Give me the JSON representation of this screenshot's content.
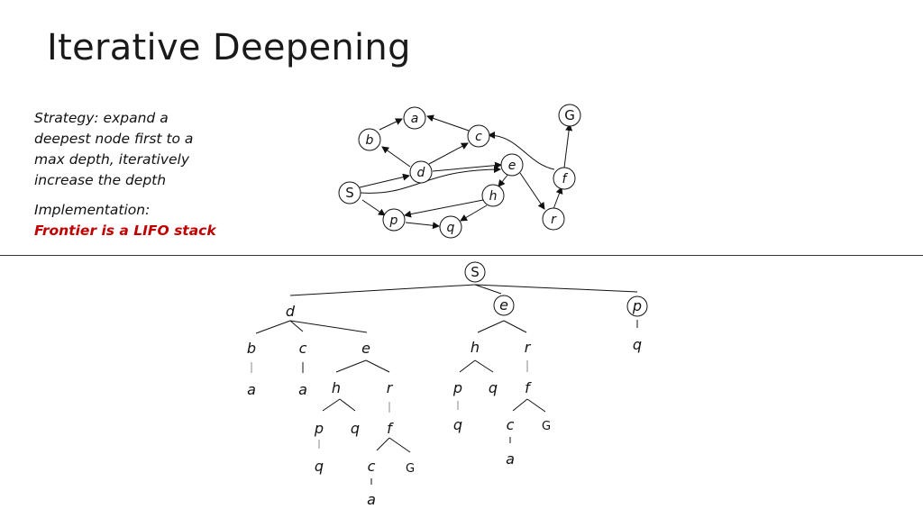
{
  "title": "Iterative Deepening",
  "strategy": {
    "lines": [
      "Strategy: expand a",
      "deepest node first to a",
      "max depth, iteratively",
      "increase the depth"
    ]
  },
  "implementation": {
    "label": "Implementation:",
    "detail": "Frontier is a LIFO stack"
  },
  "state_graph": {
    "nodes": [
      "S",
      "a",
      "b",
      "c",
      "d",
      "e",
      "f",
      "G",
      "h",
      "p",
      "q",
      "r"
    ]
  },
  "search_tree": {
    "root": "S",
    "level1": [
      "d",
      "e",
      "p"
    ],
    "labels": [
      "b",
      "c",
      "e",
      "a",
      "a",
      "h",
      "r",
      "p",
      "q",
      "f",
      "q",
      "c",
      "G",
      "a",
      "h",
      "r",
      "p",
      "q",
      "f",
      "q",
      "c",
      "G",
      "a",
      "q"
    ]
  }
}
